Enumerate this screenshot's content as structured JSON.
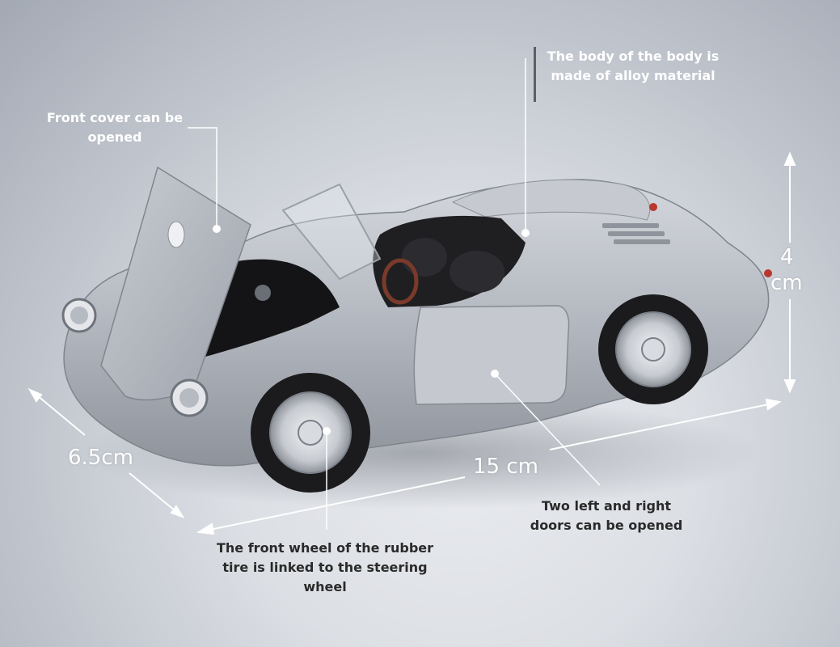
{
  "callouts": {
    "front_cover": "Front cover can be\nopened",
    "body": "The body of the body is\nmade of alloy material",
    "doors": "Two left and right\ndoors can be opened",
    "wheel": "The front wheel of the rubber\ntire is linked to the steering\nwheel"
  },
  "dimensions": {
    "length": "15 cm",
    "width": "6.5cm",
    "height_value": "4",
    "height_unit": "cm"
  },
  "colors": {
    "car_body": "#b8bcc4",
    "callout_light": "#ffffff",
    "callout_dark": "#2a2a2a"
  }
}
